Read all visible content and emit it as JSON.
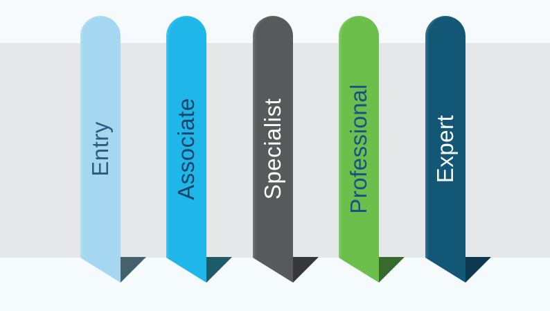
{
  "diagram": {
    "type": "vertical-ribbon-levels",
    "background": {
      "top_color": "#f7fafc",
      "band_color": "#e6e7e8",
      "bottom_color": "#f5fafc"
    },
    "levels": [
      {
        "label": "Entry",
        "ribbon_color": "#a6d7f0",
        "fold_color": "#45616c",
        "text_color": "#2a5d7e"
      },
      {
        "label": "Associate",
        "ribbon_color": "#1fb6e9",
        "fold_color": "#1d5b66",
        "text_color": "#1a4569"
      },
      {
        "label": "Specialist",
        "ribbon_color": "#58595b",
        "fold_color": "#363739",
        "text_color": "#ffffff"
      },
      {
        "label": "Professional",
        "ribbon_color": "#6bbf4a",
        "fold_color": "#356b2c",
        "text_color": "#1d4e8c"
      },
      {
        "label": "Expert",
        "ribbon_color": "#125776",
        "fold_color": "#0d3850",
        "text_color": "#ffffff"
      }
    ]
  }
}
